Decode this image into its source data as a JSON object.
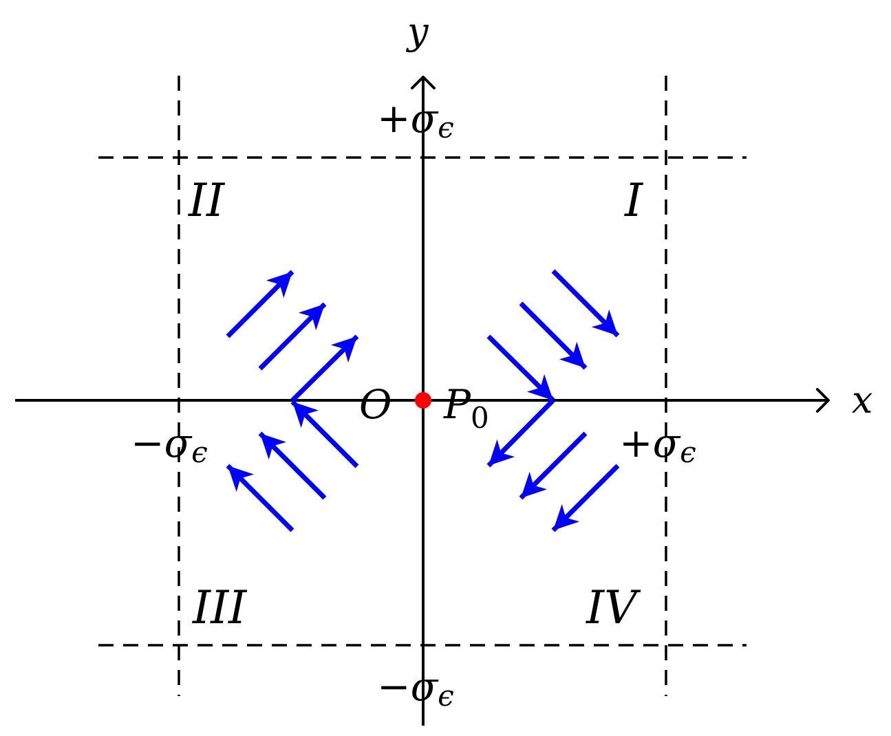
{
  "axes": {
    "x_label": "x",
    "y_label": "y",
    "origin_label": "O"
  },
  "point": {
    "label": "P",
    "subscript": "0",
    "color": "#ff0000"
  },
  "bounds": {
    "plus_sign": "+",
    "minus_sign": "−",
    "sigma": "σ",
    "epsilon": "ϵ"
  },
  "regions": {
    "q1": "I",
    "q2": "II",
    "q3": "III",
    "q4": "IV"
  },
  "colors": {
    "flow_arrows": "#0000ff",
    "axes": "#000000",
    "point": "#ff0000"
  }
}
